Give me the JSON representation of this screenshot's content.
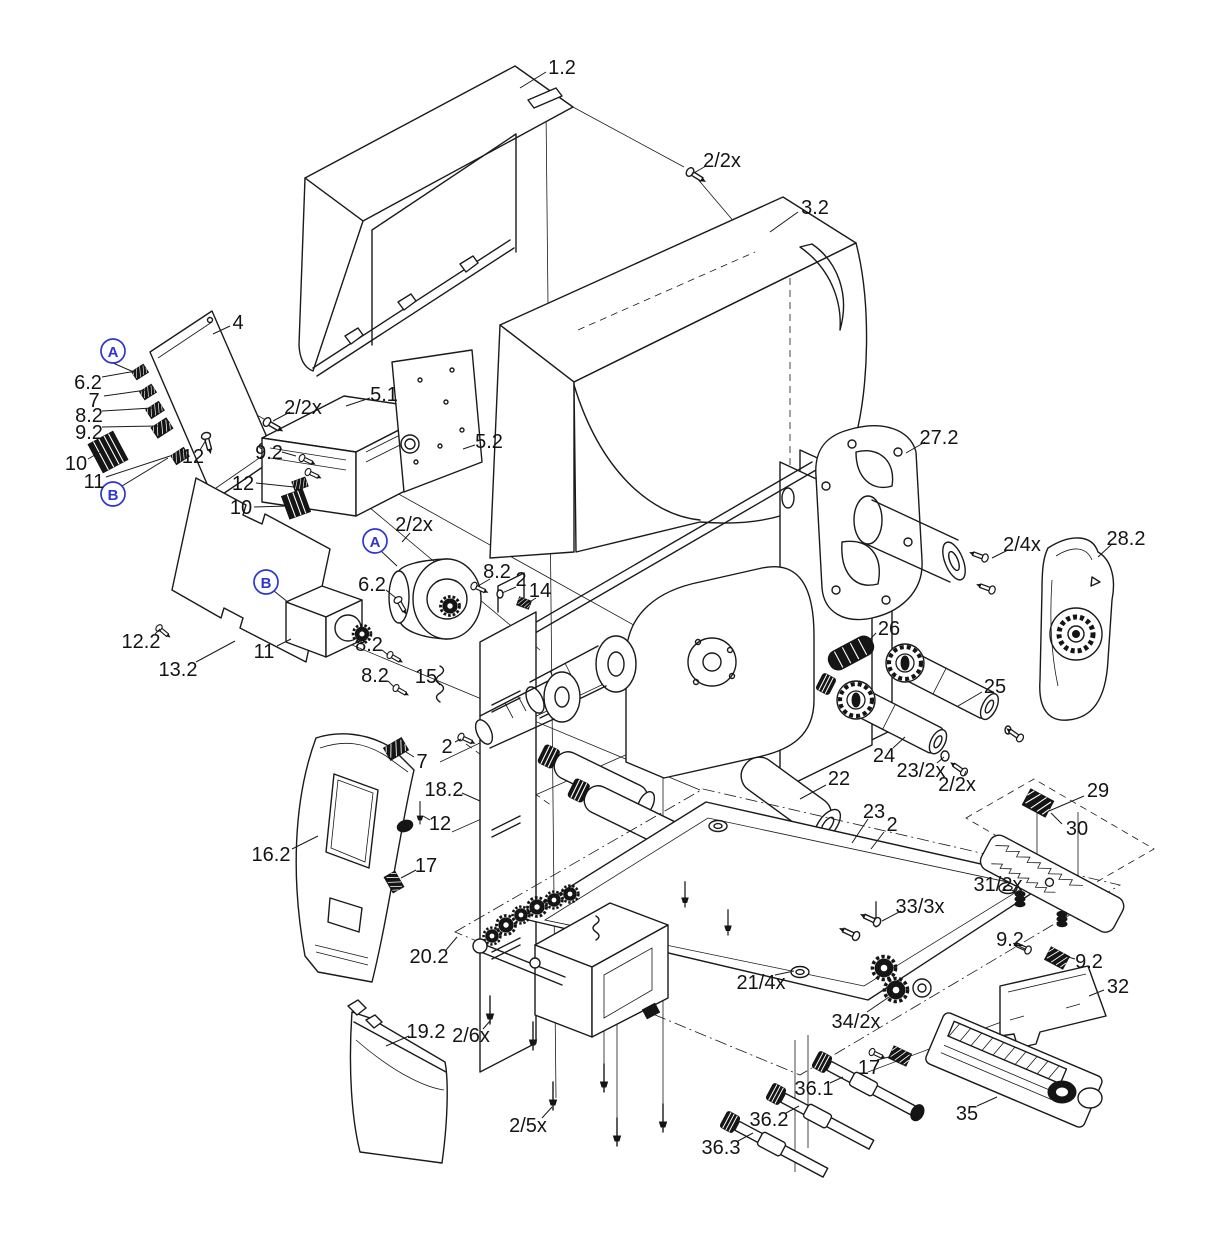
{
  "diagram": {
    "kind": "exploded-parts-diagram",
    "background": "#ffffff",
    "line_color": "#1a1a1a",
    "callout_color": "#2f36cf",
    "dark_fill": "#151515"
  },
  "callouts": [
    {
      "letter": "A"
    },
    {
      "letter": "B"
    },
    {
      "letter": "A"
    },
    {
      "letter": "B"
    }
  ],
  "labels": [
    {
      "text": "1.2"
    },
    {
      "text": "2/2x"
    },
    {
      "text": "3.2"
    },
    {
      "text": "4"
    },
    {
      "text": "6.2"
    },
    {
      "text": "7"
    },
    {
      "text": "8.2"
    },
    {
      "text": "9.2"
    },
    {
      "text": "10"
    },
    {
      "text": "11"
    },
    {
      "text": "12"
    },
    {
      "text": "2/2x"
    },
    {
      "text": "5.1"
    },
    {
      "text": "9.2"
    },
    {
      "text": "12"
    },
    {
      "text": "10"
    },
    {
      "text": "5.2"
    },
    {
      "text": "2/2x"
    },
    {
      "text": "6.2"
    },
    {
      "text": "8.2"
    },
    {
      "text": "2"
    },
    {
      "text": "14"
    },
    {
      "text": "11"
    },
    {
      "text": "12.2"
    },
    {
      "text": "13.2"
    },
    {
      "text": "8.2"
    },
    {
      "text": "8.2"
    },
    {
      "text": "15"
    },
    {
      "text": "27.2"
    },
    {
      "text": "2/4x"
    },
    {
      "text": "28.2"
    },
    {
      "text": "26"
    },
    {
      "text": "25"
    },
    {
      "text": "24"
    },
    {
      "text": "23/2x"
    },
    {
      "text": "2/2x"
    },
    {
      "text": "22"
    },
    {
      "text": "23"
    },
    {
      "text": "2"
    },
    {
      "text": "2"
    },
    {
      "text": "7"
    },
    {
      "text": "18.2"
    },
    {
      "text": "12"
    },
    {
      "text": "16.2"
    },
    {
      "text": "17"
    },
    {
      "text": "20.2"
    },
    {
      "text": "21/4x"
    },
    {
      "text": "33/3x"
    },
    {
      "text": "34/2x"
    },
    {
      "text": "19.2"
    },
    {
      "text": "2/6x"
    },
    {
      "text": "2/5x"
    },
    {
      "text": "29"
    },
    {
      "text": "30"
    },
    {
      "text": "31/2x"
    },
    {
      "text": "9.2"
    },
    {
      "text": "9.2"
    },
    {
      "text": "32"
    },
    {
      "text": "35"
    },
    {
      "text": "17"
    },
    {
      "text": "36.1"
    },
    {
      "text": "36.2"
    },
    {
      "text": "36.3"
    }
  ]
}
